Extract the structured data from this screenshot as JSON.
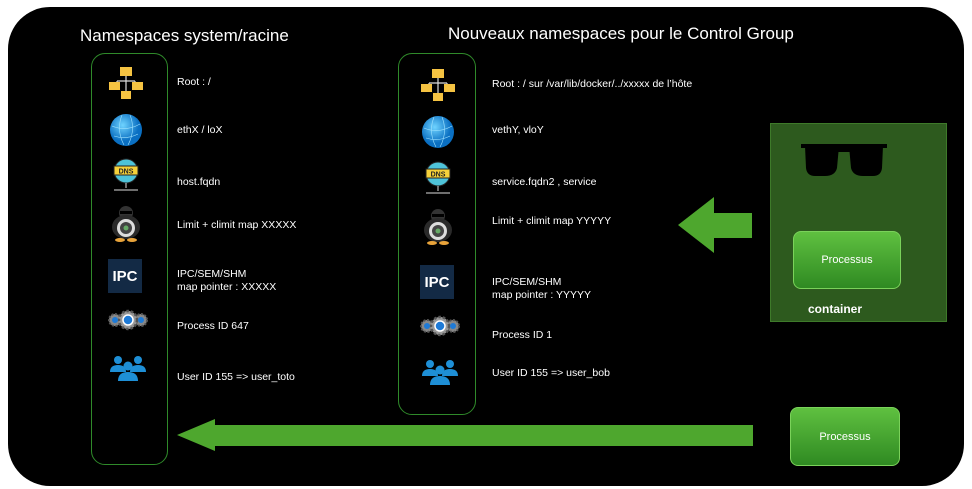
{
  "left": {
    "title": "Namespaces system/racine",
    "items": [
      {
        "icon": "folder-tree-icon",
        "text": "Root : /"
      },
      {
        "icon": "globe-icon",
        "text": "ethX / loX"
      },
      {
        "icon": "dns-icon",
        "text": "host.fqdn"
      },
      {
        "icon": "penguin-icon",
        "text": "Limit + climit map XXXXX"
      },
      {
        "icon": "ipc-icon",
        "text": "IPC/SEM/SHM",
        "text2": "map pointer : XXXXX"
      },
      {
        "icon": "gears-icon",
        "text": "Process ID  647"
      },
      {
        "icon": "users-icon",
        "text": "User ID 155 => user_toto"
      }
    ]
  },
  "right": {
    "title": "Nouveaux namespaces pour le Control Group",
    "items": [
      {
        "icon": "folder-tree-icon",
        "text": "Root : / sur /var/lib/docker/../xxxxx de l’hôte"
      },
      {
        "icon": "globe-icon",
        "text": "vethY, vloY"
      },
      {
        "icon": "dns-icon",
        "text": "service.fqdn2 , service"
      },
      {
        "icon": "penguin-icon",
        "text": "Limit + climit map YYYYY"
      },
      {
        "icon": "ipc-icon",
        "text": "IPC/SEM/SHM",
        "text2": "map pointer : YYYYY"
      },
      {
        "icon": "gears-icon",
        "text": "Process ID  1"
      },
      {
        "icon": "users-icon",
        "text": "User  ID 155 => user_bob"
      }
    ]
  },
  "ipc_label": "IPC",
  "dns_label": "DNS",
  "container": {
    "label": "container",
    "process": "Processus"
  },
  "outside_process": "Processus",
  "colors": {
    "green": "#4ea72e",
    "container_bg": "#2d5a1e"
  }
}
